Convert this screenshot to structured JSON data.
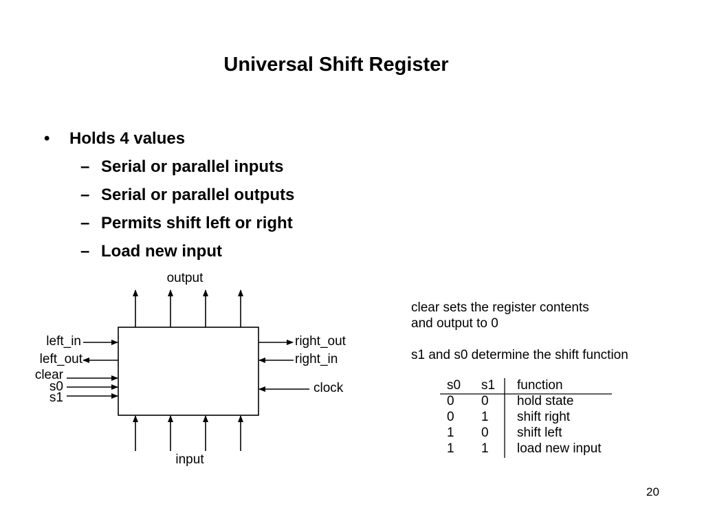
{
  "title": "Universal Shift Register",
  "bullets": {
    "main": "Holds 4 values",
    "main_marker": "•",
    "sub_marker": "–",
    "sub": [
      "Serial or parallel inputs",
      "Serial or parallel outputs",
      "Permits shift left or right",
      "Load new input"
    ]
  },
  "diagram": {
    "output_label": "output",
    "input_label": "input",
    "left_in": "left_in",
    "left_out": "left_out",
    "clear": "clear",
    "s0": "s0",
    "s1": "s1",
    "right_out": "right_out",
    "right_in": "right_in",
    "clock": "clock",
    "output_arrow_count": 4,
    "input_arrow_count": 4
  },
  "notes": {
    "clear_line1": "clear sets the register contents",
    "clear_line2": "and output to 0",
    "select_note": "s1 and s0 determine the shift function"
  },
  "function_table": {
    "headers": [
      "s0",
      "s1",
      "function"
    ],
    "rows": [
      [
        "0",
        "0",
        "hold state"
      ],
      [
        "0",
        "1",
        "shift right"
      ],
      [
        "1",
        "0",
        "shift left"
      ],
      [
        "1",
        "1",
        "load new input"
      ]
    ]
  },
  "page_number": "20"
}
